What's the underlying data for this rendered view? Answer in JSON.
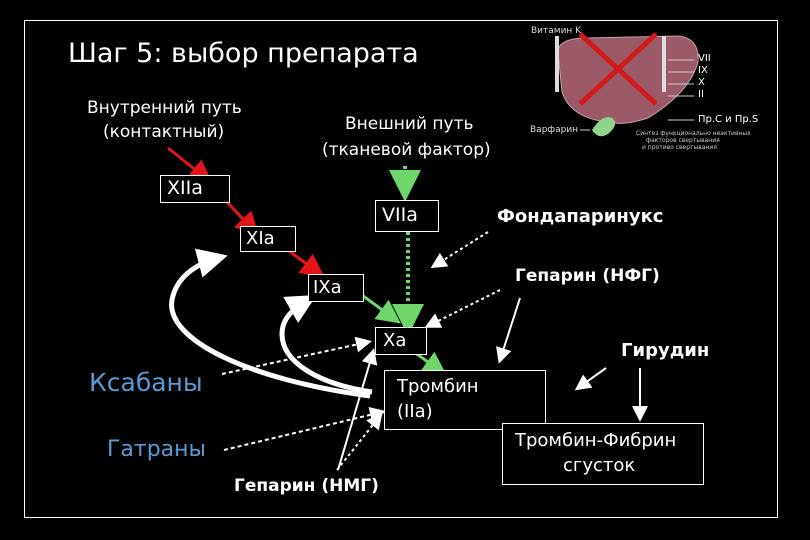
{
  "title": "Шаг 5: выбор препарата",
  "pathways": {
    "intrinsic": [
      "Внутренний путь",
      "(контактный)"
    ],
    "extrinsic": [
      "Внешний путь",
      "(тканевой фактор)"
    ]
  },
  "factors": {
    "xiia": "XIIa",
    "xia": "XIa",
    "viia": "VIIa",
    "ixa": "IXa",
    "xa": "Xa"
  },
  "thrombin": [
    "Тромбин",
    "(IIa)"
  ],
  "clot": [
    "Тромбин-Фибрин",
    "сгусток"
  ],
  "drugs": {
    "fondaparinux": "Фондапаринукс",
    "heparin_nfg": "Гепарин (НФГ)",
    "hirudin": "Гирудин",
    "xabans": "Ксабаны",
    "gatrans": "Гатраны",
    "heparin_nmg": "Гепарин (НМГ)"
  },
  "inset": {
    "vitamin": "Витамин K",
    "factors": [
      "VII",
      "IX",
      "X",
      "II"
    ],
    "warfarin": "Варфарин",
    "proteins": "Пр.С и Пр.S",
    "caption": [
      "Синтез функционально неактивных",
      "факторов свертывания",
      "и противо свертывания"
    ],
    "colors": {
      "liver": "#9c5a68",
      "cross": "#d11a1a",
      "pill": "#8fd48a"
    }
  },
  "colors": {
    "red_arrow": "#e3151a",
    "green_arrow": "#6fd66a"
  }
}
